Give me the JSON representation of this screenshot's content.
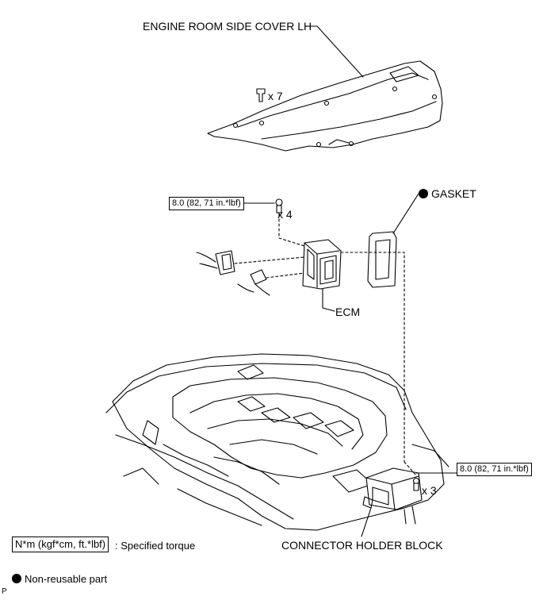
{
  "labels": {
    "engine_cover": "ENGINE ROOM SIDE COVER LH",
    "cover_qty": "x 7",
    "gasket": "GASKET",
    "bolt_qty_ecm": "x 4",
    "ecm": "ECM",
    "bolt_qty_block": "x 3",
    "connector_block": "CONNECTOR HOLDER BLOCK"
  },
  "torque": {
    "ecm": "8.0 (82, 71 in.*lbf)",
    "block": "8.0 (82, 71 in.*lbf)"
  },
  "legend": {
    "torque_box": "N*m (kgf*cm, ft.*lbf)",
    "torque_text": ": Specified torque",
    "nonreusable_text": "Non-reusable part"
  },
  "corner_mark": "P"
}
